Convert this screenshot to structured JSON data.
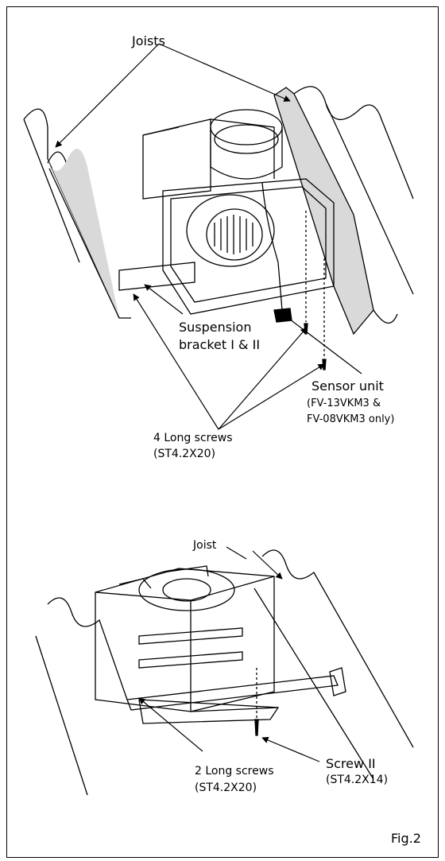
{
  "figure": {
    "fig_label": "Fig.2"
  },
  "top_diagram": {
    "joists_label": "Joists",
    "suspension_line1": "Suspension",
    "suspension_line2": "bracket I & II",
    "sensor_line1": "Sensor unit",
    "sensor_line2": "(FV-13VKM3 &",
    "sensor_line3": "FV-08VKM3 only)",
    "long_screws_line1": "4 Long screws",
    "long_screws_line2": "(ST4.2X20)"
  },
  "bottom_diagram": {
    "joist_label": "Joist",
    "screw2_line1": "Screw II",
    "screw2_line2": "(ST4.2X14)",
    "long_screws_line1": "2 Long screws",
    "long_screws_line2": "(ST4.2X20)"
  },
  "colors": {
    "line": "#000000",
    "joist_shade": "#d9d9d9",
    "background": "#ffffff"
  }
}
